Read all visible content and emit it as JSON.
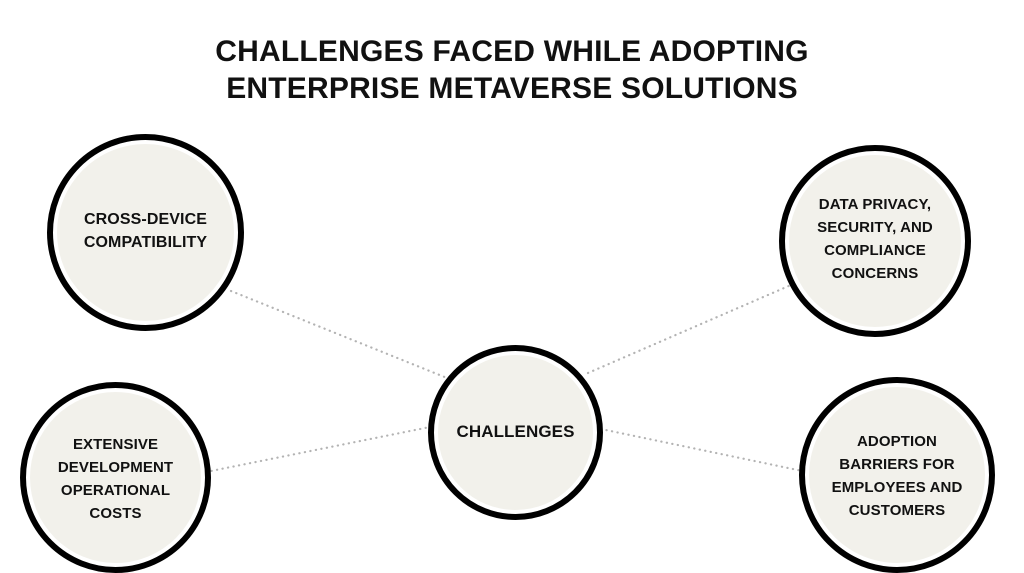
{
  "page": {
    "background_color": "#ffffff",
    "title": "CHALLENGES FACED WHILE ADOPTING\nENTERPRISE METAVERSE SOLUTIONS"
  },
  "theme": {
    "text_color": "#111111",
    "node_fill": "#F2F1EB",
    "node_stroke": "#000000",
    "connector_color": "#b3b3b3"
  },
  "diagram": {
    "type": "hub-and-spoke",
    "center": {
      "id": "challenges",
      "label": "CHALLENGES"
    },
    "nodes": [
      {
        "id": "cross-device",
        "label": "CROSS-DEVICE\nCOMPATIBILITY",
        "position": "top-left"
      },
      {
        "id": "data-privacy",
        "label": "DATA PRIVACY,\nSECURITY, AND\nCOMPLIANCE\nCONCERNS",
        "position": "top-right"
      },
      {
        "id": "extensive-costs",
        "label": "EXTENSIVE\nDEVELOPMENT\nOPERATIONAL\nCOSTS",
        "position": "bottom-left"
      },
      {
        "id": "adoption-barriers",
        "label": "ADOPTION\nBARRIERS FOR\nEMPLOYEES AND\nCUSTOMERS",
        "position": "bottom-right"
      }
    ],
    "connectors": [
      {
        "from": "cross-device",
        "to": "challenges",
        "style": "dotted"
      },
      {
        "from": "data-privacy",
        "to": "challenges",
        "style": "dotted"
      },
      {
        "from": "extensive-costs",
        "to": "challenges",
        "style": "dotted"
      },
      {
        "from": "adoption-barriers",
        "to": "challenges",
        "style": "dotted"
      }
    ]
  }
}
